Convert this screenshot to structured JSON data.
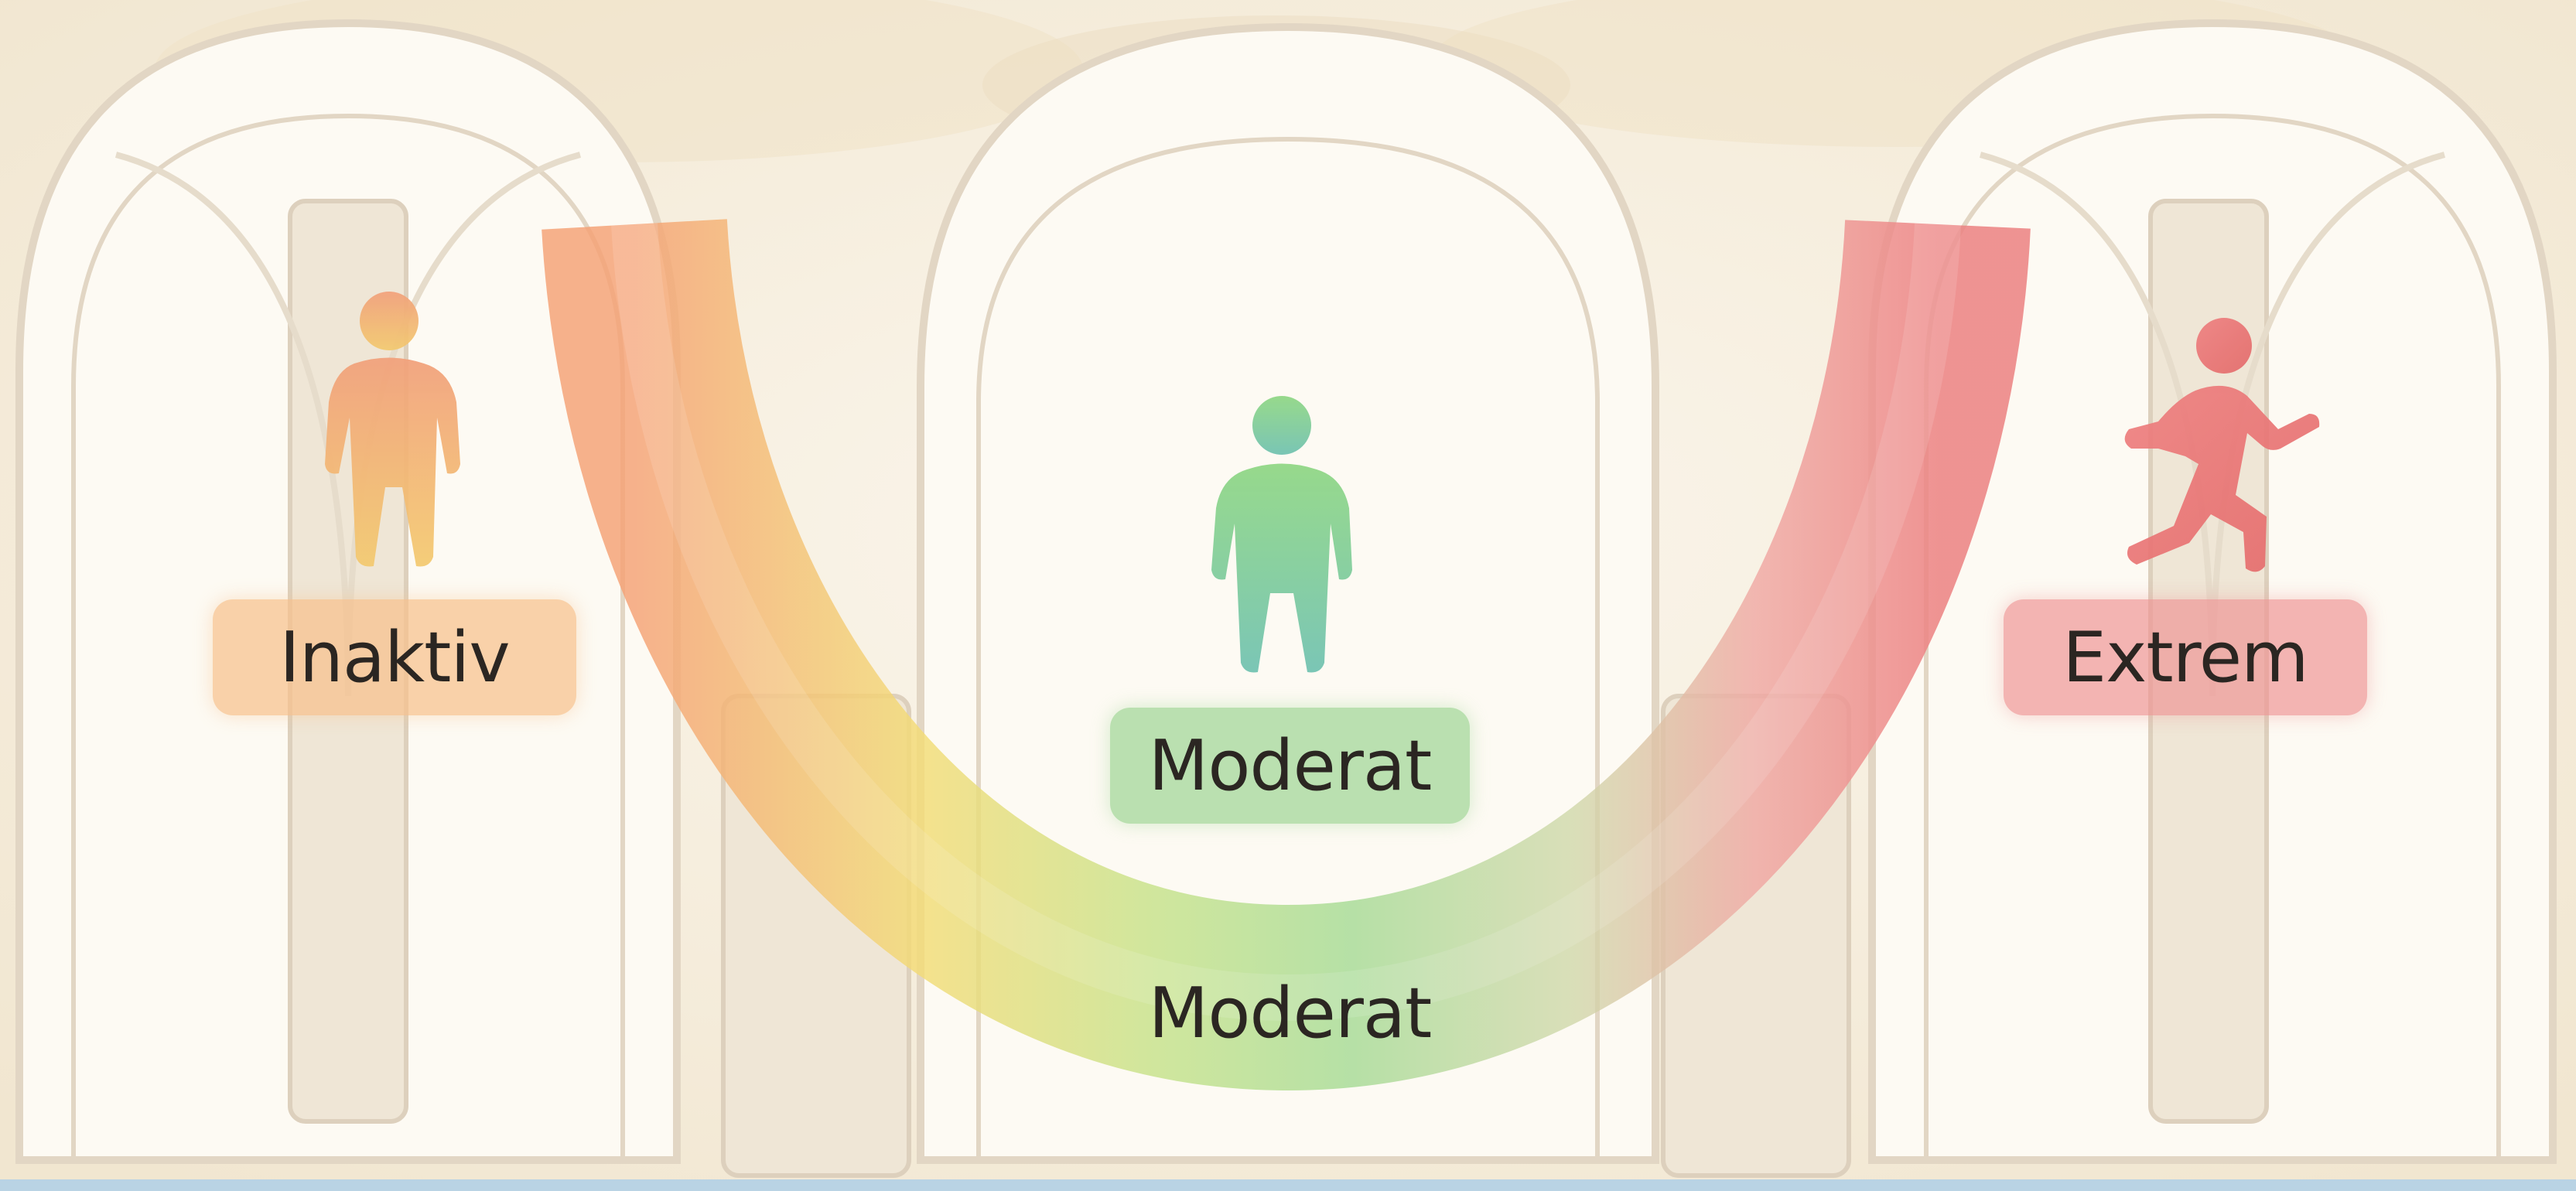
{
  "labels": {
    "inaktiv": "Inaktiv",
    "moderat_center": "Moderat",
    "extrem": "Extrem",
    "moderat_curve": "Moderat"
  },
  "icons": {
    "inaktiv": "standing-person-icon",
    "moderat": "standing-person-icon",
    "extrem": "running-person-icon"
  },
  "colors": {
    "inaktiv": "#f2a874",
    "moderat": "#8fd08a",
    "extrem": "#ec7f7f",
    "curve_start": "#f5a174",
    "curve_mid_yellow": "#f3dc76",
    "curve_bottom": "#a9dc98",
    "curve_end": "#ef8f8f",
    "background": "#f6efe1"
  }
}
